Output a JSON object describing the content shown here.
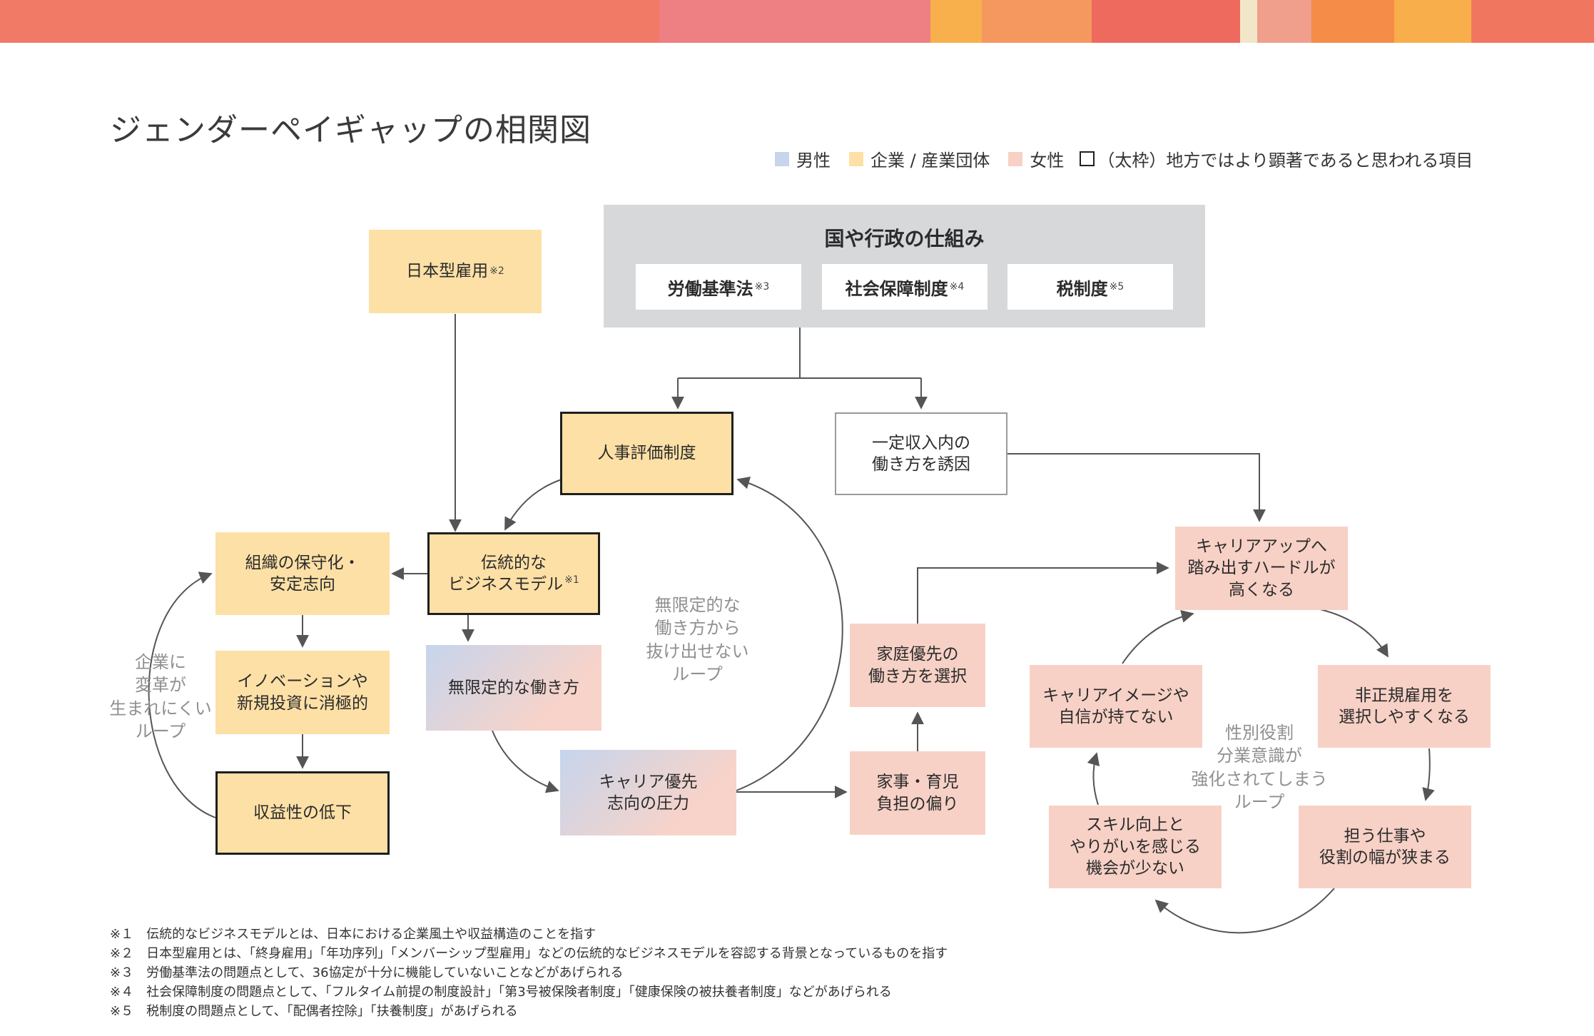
{
  "colors": {
    "topbar": [
      "#f07a65",
      "#ee7f82",
      "#f8b04c",
      "#f5985f",
      "#ee6a5e",
      "#f2e6c8",
      "#ef9f8c",
      "#f58d48",
      "#f8ae4b",
      "#f07660"
    ],
    "male": "#c6d5ec",
    "company": "#fde0a6",
    "female": "#f7d1c6"
  },
  "title": "ジェンダーペイギャップの相関図",
  "legend": {
    "male": "男性",
    "company": "企業 / 産業団体",
    "female": "女性",
    "thick": "（太枠）地方ではより顕著であると思われる項目"
  },
  "gov": {
    "title": "国や行政の仕組み",
    "items": [
      {
        "label": "労働基準法",
        "note": "※3"
      },
      {
        "label": "社会保障制度",
        "note": "※4"
      },
      {
        "label": "税制度",
        "note": "※5"
      }
    ]
  },
  "nodes": {
    "nihon_koyo": {
      "label": "日本型雇用",
      "note": "※2"
    },
    "jinji": "人事評価制度",
    "ittei_1": "一定収入内の",
    "ittei_2": "働き方を誘因",
    "dento_1": "伝統的な",
    "dento_2": "ビジネスモデル",
    "dento_note": "※1",
    "soshiki_1": "組織の保守化・",
    "soshiki_2": "安定志向",
    "innov_1": "イノベーションや",
    "innov_2": "新規投資に消極的",
    "shueki": "収益性の低下",
    "mugen": "無限定的な働き方",
    "career_1": "キャリア優先",
    "career_2": "志向の圧力",
    "kaji_1": "家事・育児",
    "kaji_2": "負担の偏り",
    "katei_1": "家庭優先の",
    "katei_2": "働き方を選択",
    "hurdle_1": "キャリアアップへ",
    "hurdle_2": "踏み出すハードルが",
    "hurdle_3": "高くなる",
    "hiseiki_1": "非正規雇用を",
    "hiseiki_2": "選択しやすくなる",
    "ninau_1": "担う仕事や",
    "ninau_2": "役割の幅が狭まる",
    "skill_1": "スキル向上と",
    "skill_2": "やりがいを感じる",
    "skill_3": "機会が少ない",
    "image_1": "キャリアイメージや",
    "image_2": "自信が持てない"
  },
  "loops": {
    "kigyo": [
      "企業に",
      "変革が",
      "生まれにくい",
      "ループ"
    ],
    "mugen": [
      "無限定的な",
      "働き方から",
      "抜け出せない",
      "ループ"
    ],
    "seibetsu": [
      "性別役割",
      "分業意識が",
      "強化されてしまう",
      "ループ"
    ]
  },
  "notes": [
    "※１　伝統的なビジネスモデルとは、日本における企業風土や収益構造のことを指す",
    "※２　日本型雇用とは、「終身雇用」「年功序列」「メンバーシップ型雇用」などの伝統的なビジネスモデルを容認する背景となっているものを指す",
    "※３　労働基準法の問題点として、36協定が十分に機能していないことなどがあげられる",
    "※４　社会保障制度の問題点として、「フルタイム前提の制度設計」「第3号被保険者制度」「健康保険の被扶養者制度」などがあげられる",
    "※５　税制度の問題点として、「配偶者控除」「扶養制度」があげられる"
  ]
}
